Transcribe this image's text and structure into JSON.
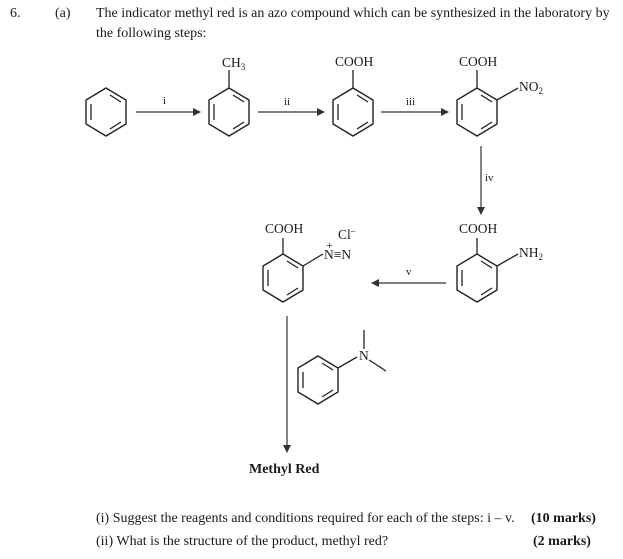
{
  "question": {
    "number": "6.",
    "part": "(a)",
    "intro_line1": "The indicator methyl red is an azo compound which can be synthesized in the laboratory by",
    "intro_line2": "the following steps:"
  },
  "scheme": {
    "steps": {
      "i": "i",
      "ii": "ii",
      "iii": "iii",
      "iv": "iv",
      "v": "v"
    },
    "compounds": {
      "toluene_substituent": "CH3",
      "benzoic_acid_group": "COOH",
      "nitro_acid_group": "COOH",
      "nitro_group": "NO2",
      "amino_acid_group": "COOH",
      "amino_group": "NH2",
      "diazo_acid_group": "COOH",
      "diazo_charge": "+",
      "diazo_counterion": "Cl-",
      "diazo_group": "N≡N",
      "dimethylaniline_atom": "N"
    },
    "product_label": "Methyl Red"
  },
  "parts": [
    {
      "text": "(i) Suggest the reagents and conditions required for each of the steps: i – v.",
      "marks": "(10 marks)"
    },
    {
      "text": "(ii) What is the structure of the product, methyl red?",
      "marks": "(2 marks)"
    }
  ]
}
